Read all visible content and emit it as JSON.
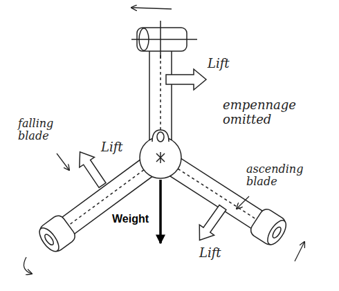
{
  "diagram": {
    "labels": [
      "Lift",
      "empennage omitted",
      "falling blade",
      "Lift",
      "Weight",
      "ascending blade",
      "Lift"
    ]
  }
}
